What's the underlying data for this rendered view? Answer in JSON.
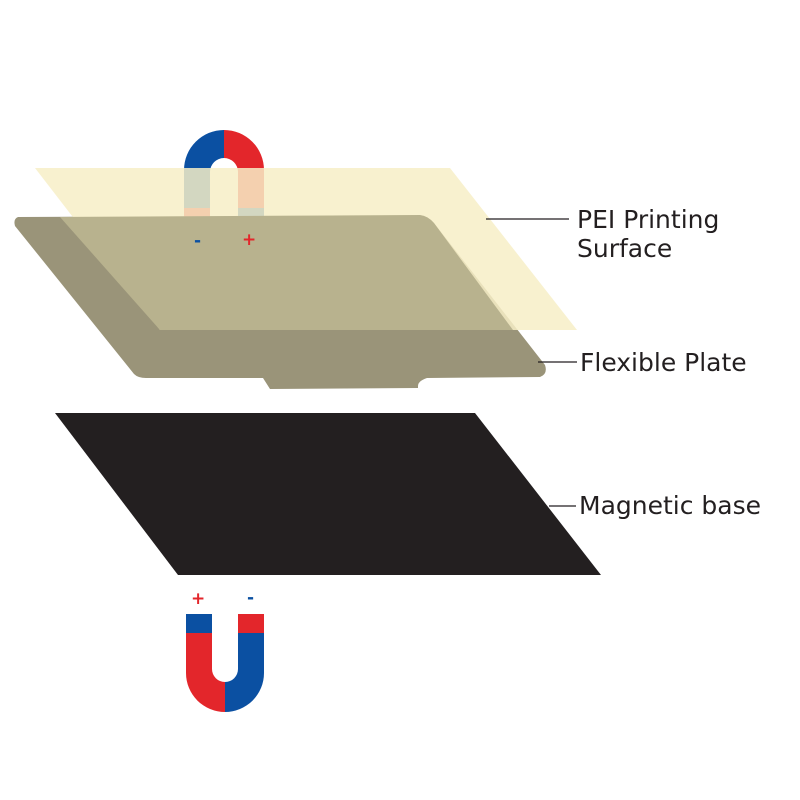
{
  "labels": {
    "pei_line1": "PEI Printing",
    "pei_line2": "Surface",
    "flexible": "Flexible Plate",
    "magnetic": "Magnetic base"
  },
  "magnet_signs": {
    "top_left": "-",
    "top_right": "+",
    "bottom_left": "+",
    "bottom_right": "-"
  },
  "colors": {
    "pei_surface": "#f7efc7",
    "flexible_plate": "#9a9479",
    "flexible_overlap": "#b8b28e",
    "magnetic_base": "#231f20",
    "magnet_red": "#e3262b",
    "magnet_blue": "#0b50a2",
    "minus_sign": "#0b50a2",
    "plus_sign": "#e3262b",
    "leader_line": "#231f20"
  }
}
